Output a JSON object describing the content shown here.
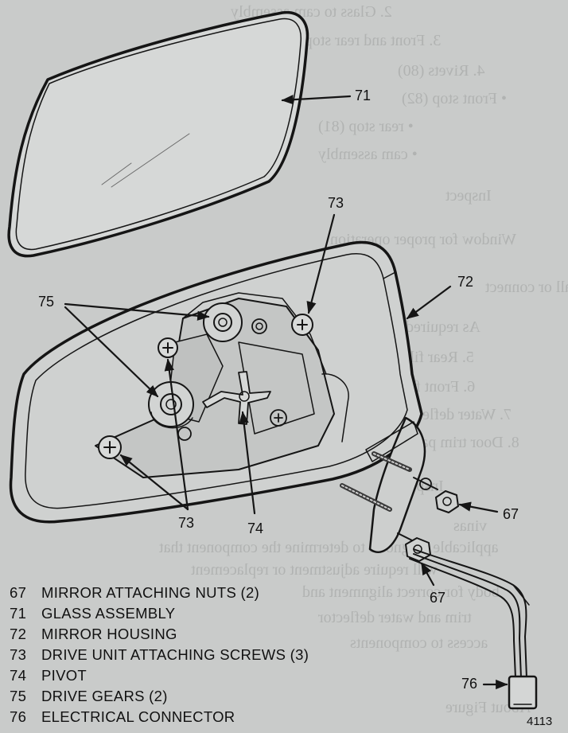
{
  "background_text": [
    "2. Glass to cam assembly",
    "3. Front and rear stops",
    "4. Rivets (80)",
    "• Front stop (82)",
    "• rear stop (81)",
    "• cam assembly",
    "Inspect",
    "Window for proper operation",
    "Install or connect",
    "As required",
    "5. Rear filler,",
    "6. Front filler",
    "7. Water deflector",
    "8. Door trim panel",
    "Inspect",
    "vinas",
    "applicable diagnosis to determine the component that",
    "will require adjustment or replacement",
    "body for correct alignment and",
    "trim and water deflector",
    "access to components",
    "About Figure"
  ],
  "callouts": {
    "glass": "71",
    "housing": "72",
    "screw_top": "73",
    "screws_bottom": "73",
    "pivot": "74",
    "gears": "75",
    "nut_right": "67",
    "nut_bottom": "67",
    "connector": "76"
  },
  "legend": [
    {
      "num": "67",
      "label": "MIRROR ATTACHING NUTS (2)"
    },
    {
      "num": "71",
      "label": "GLASS ASSEMBLY"
    },
    {
      "num": "72",
      "label": "MIRROR HOUSING"
    },
    {
      "num": "73",
      "label": "DRIVE UNIT ATTACHING SCREWS (3)"
    },
    {
      "num": "74",
      "label": "PIVOT"
    },
    {
      "num": "75",
      "label": "DRIVE GEARS (2)"
    },
    {
      "num": "76",
      "label": "ELECTRICAL CONNECTOR"
    }
  ],
  "figure_number": "4113",
  "colors": {
    "paper": "#c9cbca",
    "ink": "#111111",
    "bleed_through": "#b1b3b2"
  }
}
